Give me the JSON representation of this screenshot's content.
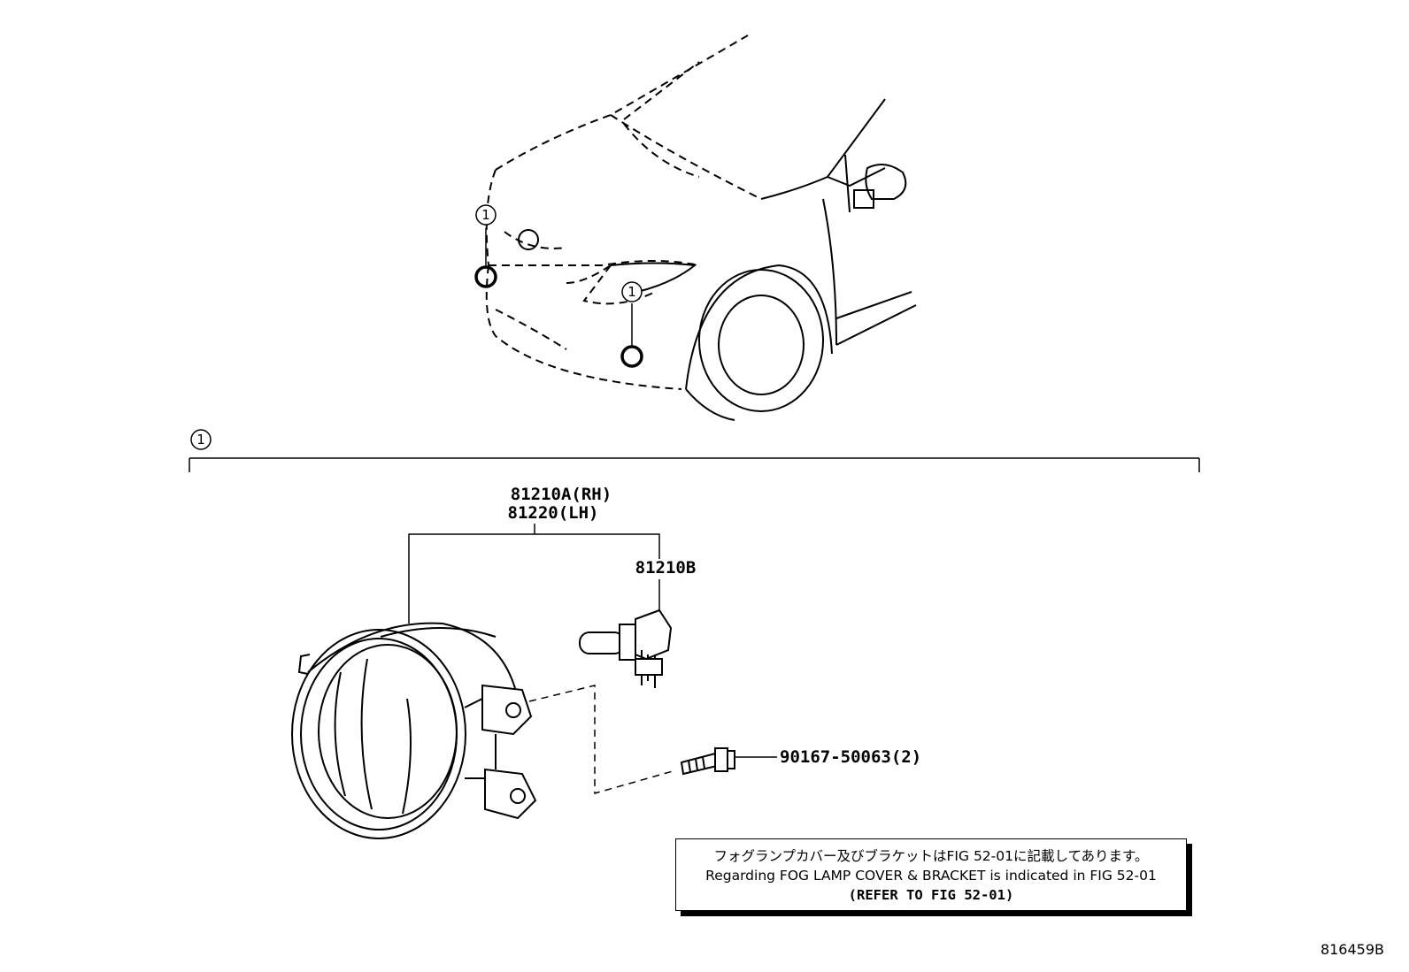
{
  "callout": {
    "number": "1"
  },
  "parts": {
    "housing_rh": "81210A(RH)",
    "housing_lh": "81220(LH)",
    "bulb": "81210B",
    "screw": "90167-50063(2)"
  },
  "note": {
    "line_jp": "フォグランプカバー及びブラケットはFIG 52-01に記載してあります。",
    "line_en": "Regarding FOG LAMP COVER & BRACKET is indicated in FIG 52-01",
    "line_ref": "(REFER TO FIG 52-01)"
  },
  "figure_id": "816459B"
}
